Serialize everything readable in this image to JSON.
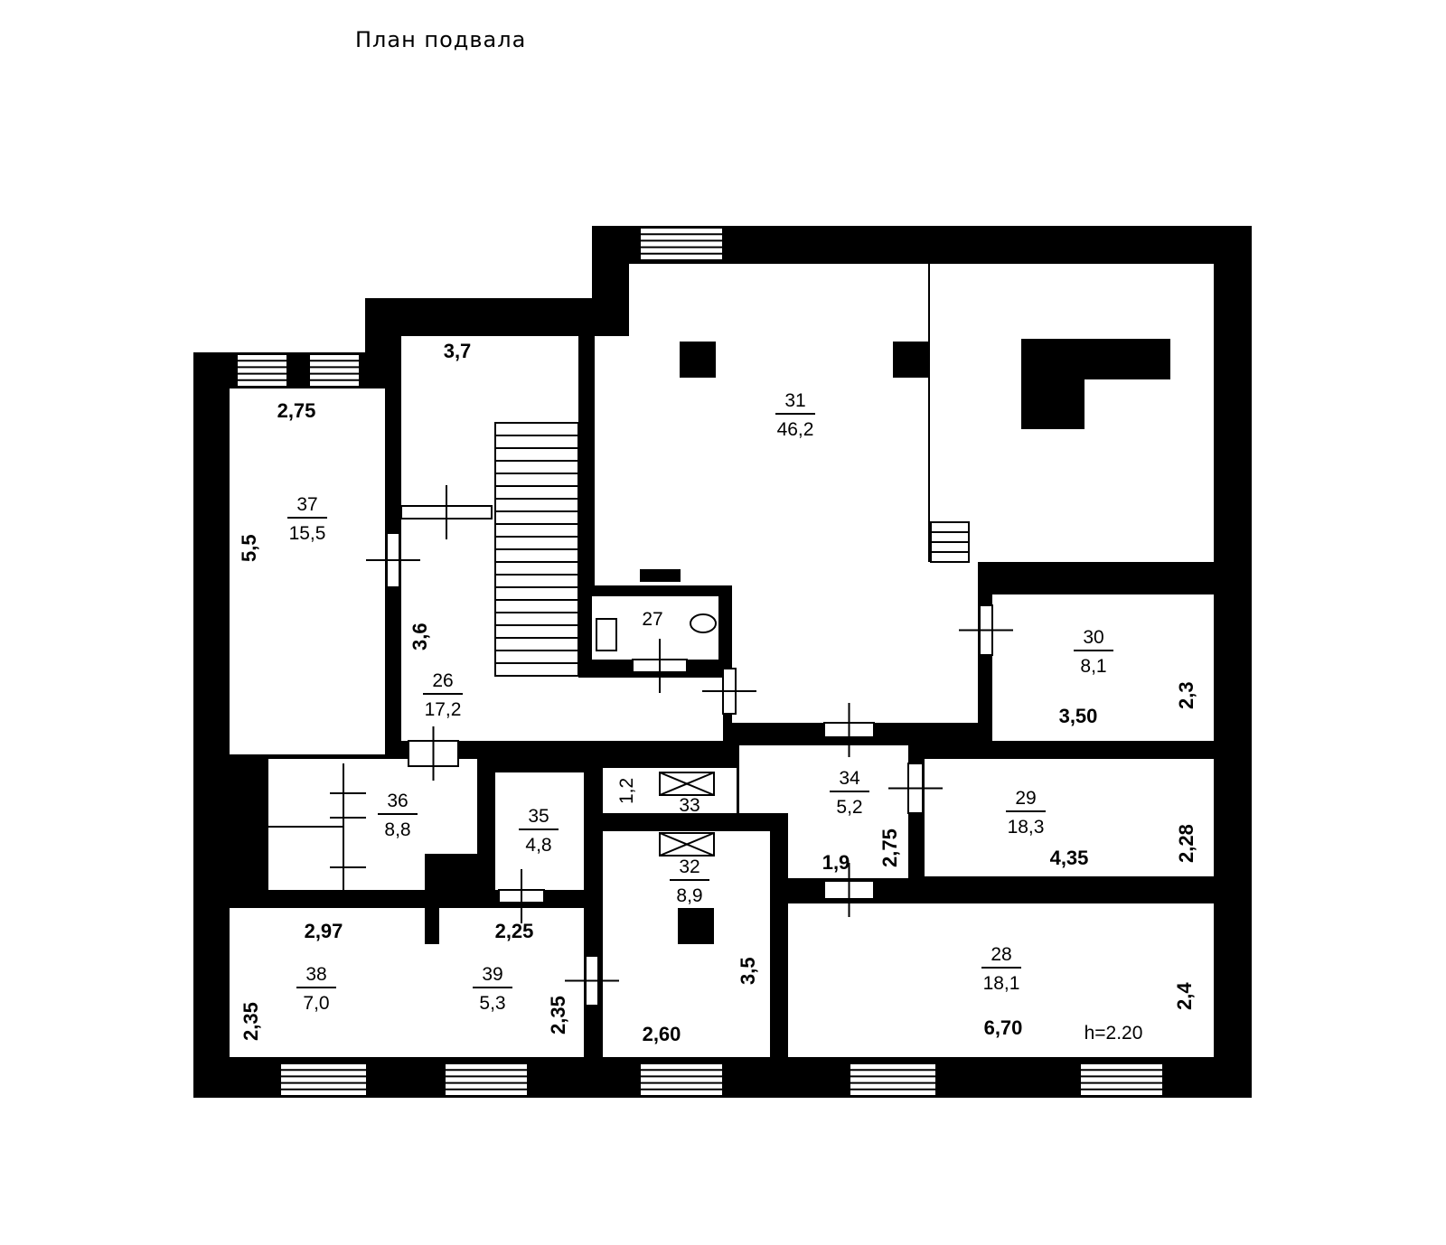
{
  "title": "План подвала",
  "height_note": "h=2.20",
  "rooms": [
    {
      "id": "r31",
      "number": "31",
      "area": "46,2"
    },
    {
      "id": "r37",
      "number": "37",
      "area": "15,5"
    },
    {
      "id": "r26",
      "number": "26",
      "area": "17,2"
    },
    {
      "id": "r27",
      "number": "27",
      "area": ""
    },
    {
      "id": "r30",
      "number": "30",
      "area": "8,1"
    },
    {
      "id": "r29",
      "number": "29",
      "area": "18,3"
    },
    {
      "id": "r34",
      "number": "34",
      "area": "5,2"
    },
    {
      "id": "r36",
      "number": "36",
      "area": "8,8"
    },
    {
      "id": "r35",
      "number": "35",
      "area": "4,8"
    },
    {
      "id": "r32",
      "number": "32",
      "area": "8,9"
    },
    {
      "id": "r33",
      "number": "33",
      "area": "1,2"
    },
    {
      "id": "r38",
      "number": "38",
      "area": "7,0"
    },
    {
      "id": "r39",
      "number": "39",
      "area": "5,3"
    },
    {
      "id": "r28",
      "number": "28",
      "area": "18,1"
    }
  ],
  "dimensions": [
    {
      "id": "d1",
      "text": "2,75"
    },
    {
      "id": "d2",
      "text": "3,7"
    },
    {
      "id": "d3",
      "text": "5,5"
    },
    {
      "id": "d4",
      "text": "3,6"
    },
    {
      "id": "d5",
      "text": "3,50"
    },
    {
      "id": "d6",
      "text": "2,3"
    },
    {
      "id": "d7",
      "text": "4,35"
    },
    {
      "id": "d8",
      "text": "2,28"
    },
    {
      "id": "d9",
      "text": "2,75"
    },
    {
      "id": "d10",
      "text": "1,9"
    },
    {
      "id": "d11",
      "text": "2,97"
    },
    {
      "id": "d12",
      "text": "2,25"
    },
    {
      "id": "d13",
      "text": "2,35"
    },
    {
      "id": "d14",
      "text": "2,35"
    },
    {
      "id": "d15",
      "text": "3,5"
    },
    {
      "id": "d16",
      "text": "2,60"
    },
    {
      "id": "d17",
      "text": "6,70"
    },
    {
      "id": "d18",
      "text": "2,4"
    }
  ]
}
